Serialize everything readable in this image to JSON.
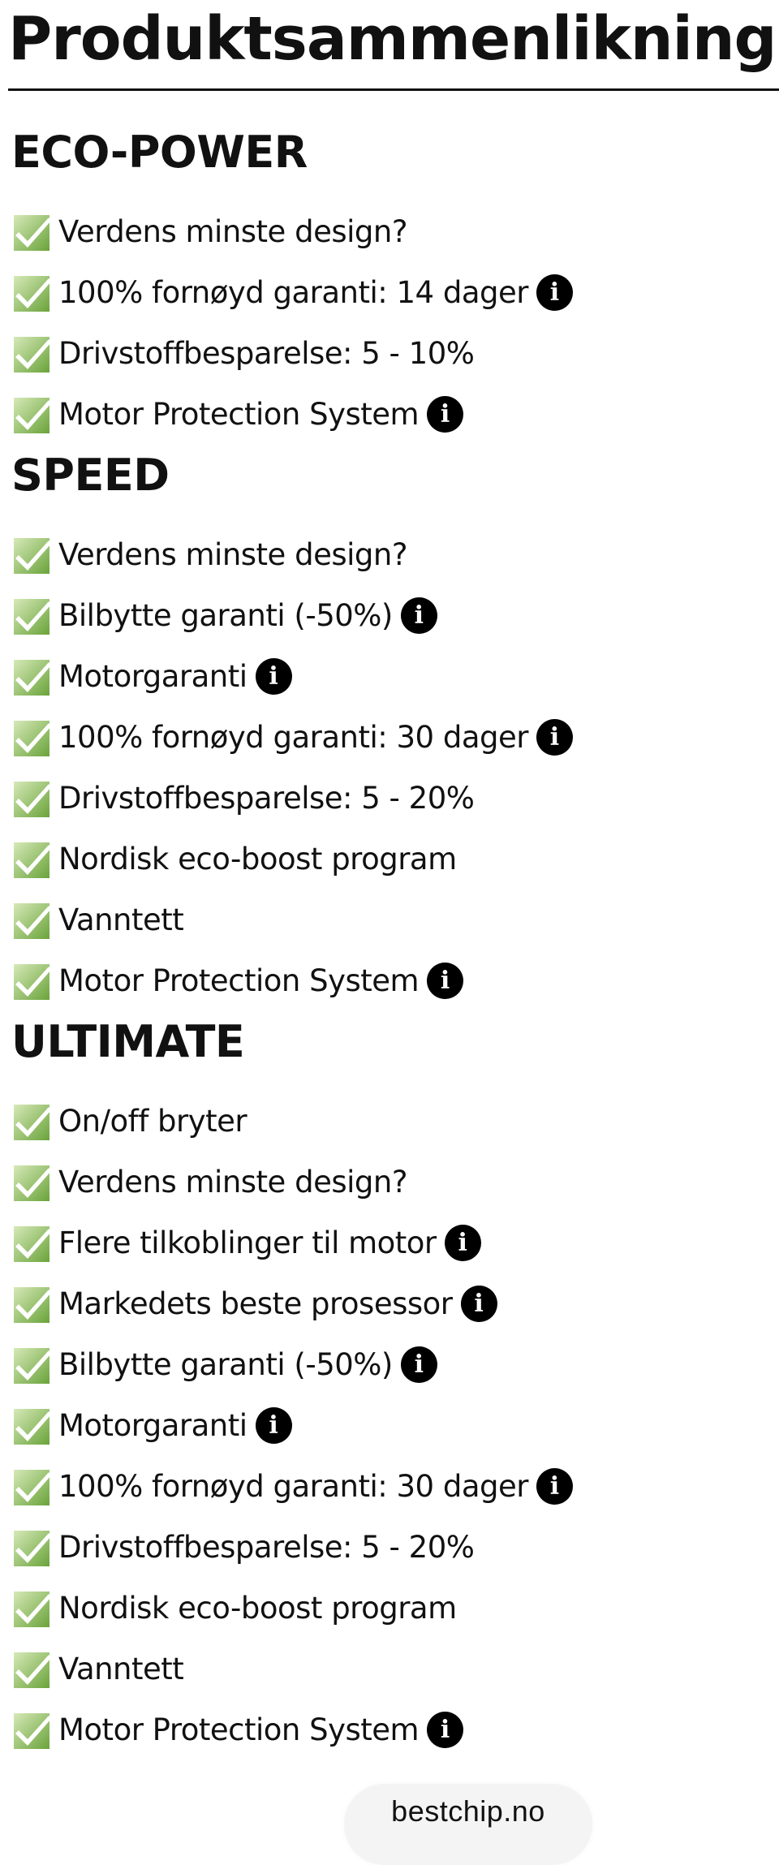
{
  "page": {
    "title": "Produktsammenlikning"
  },
  "sections": [
    {
      "title": "ECO-POWER",
      "features": [
        {
          "label": "Verdens minste design?",
          "info": false
        },
        {
          "label": "100% fornøyd garanti: 14 dager",
          "info": true
        },
        {
          "label": "Drivstoffbesparelse: 5 - 10%",
          "info": false
        },
        {
          "label": "Motor Protection System",
          "info": true
        }
      ]
    },
    {
      "title": "SPEED",
      "features": [
        {
          "label": "Verdens minste design?",
          "info": false
        },
        {
          "label": "Bilbytte garanti (-50%)",
          "info": true
        },
        {
          "label": "Motorgaranti",
          "info": true
        },
        {
          "label": "100% fornøyd garanti: 30 dager",
          "info": true
        },
        {
          "label": "Drivstoffbesparelse: 5 - 20%",
          "info": false
        },
        {
          "label": "Nordisk eco-boost program",
          "info": false
        },
        {
          "label": "Vanntett",
          "info": false
        },
        {
          "label": "Motor Protection System",
          "info": true
        }
      ]
    },
    {
      "title": "ULTIMATE",
      "features": [
        {
          "label": "On/off bryter",
          "info": false
        },
        {
          "label": "Verdens minste design?",
          "info": false
        },
        {
          "label": "Flere tilkoblinger til motor",
          "info": true
        },
        {
          "label": "Markedets beste prosessor",
          "info": true
        },
        {
          "label": "Bilbytte garanti (-50%)",
          "info": true
        },
        {
          "label": "Motorgaranti",
          "info": true
        },
        {
          "label": "100% fornøyd garanti: 30 dager",
          "info": true
        },
        {
          "label": "Drivstoffbesparelse: 5 - 20%",
          "info": false
        },
        {
          "label": "Nordisk eco-boost program",
          "info": false
        },
        {
          "label": "Vanntett",
          "info": false
        },
        {
          "label": "Motor Protection System",
          "info": true
        }
      ]
    }
  ],
  "icons": {
    "check": "check-mark-icon",
    "info": "info-icon",
    "info_glyph": "i"
  },
  "colors": {
    "check_box_light": "#d6e9b8",
    "check_box_dark": "#6aa33a",
    "check_mark": "#ffffff",
    "info_bg": "#000000"
  },
  "footer": {
    "domain": "bestchip.no"
  }
}
